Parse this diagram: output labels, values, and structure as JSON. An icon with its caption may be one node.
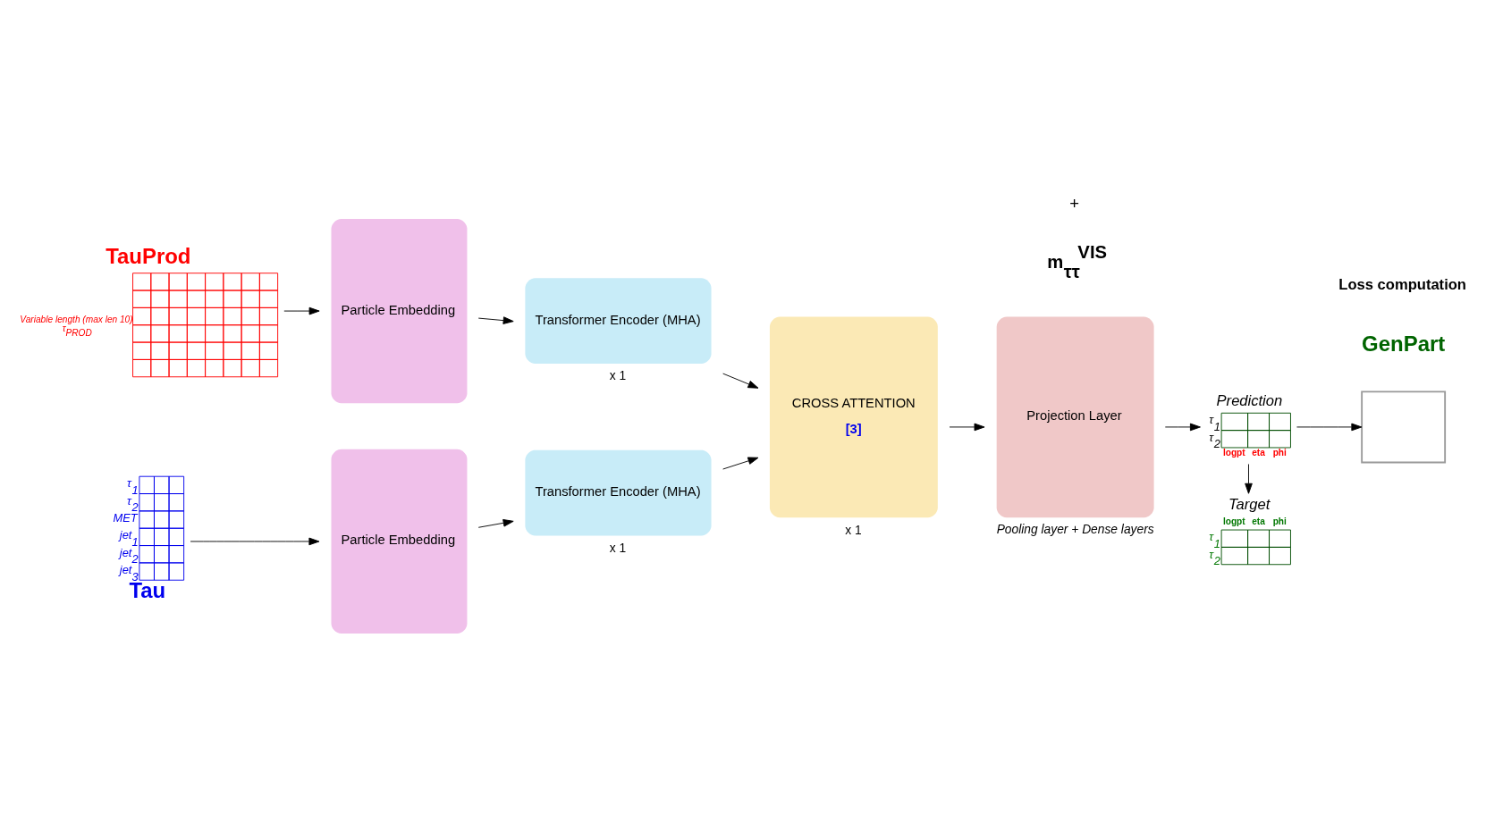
{
  "diagram": {
    "nodes": [
      {
        "text": [
          "TauProd",
          "Variable length (max len 10)",
          "τ$_{PROD}$"
        ]
      },
      {
        "text": [
          "Tau",
          "τ$_{1}$",
          "τ$_{2}$",
          "MET",
          "jet$_{1}$",
          "jet$_{2}$",
          "jet$_{3}$"
        ]
      },
      {
        "text": [
          "Particle Embedding"
        ]
      },
      {
        "text": [
          "Particle Embedding"
        ]
      },
      {
        "text": [
          "Transformer Encoder (MHA)"
        ],
        "beside": [
          "x 1"
        ]
      },
      {
        "text": [
          "Transformer Encoder (MHA)"
        ],
        "beside": [
          "x 1"
        ]
      },
      {
        "text": [
          "CROSS ATTENTION",
          "[3]"
        ],
        "beside": [
          "x 1"
        ]
      },
      {
        "text": [
          "Projection Layer"
        ],
        "beside": [
          "Pooling layer + Dense layers"
        ]
      },
      {
        "text": [
          "Prediction",
          "τ$_{1}$",
          "τ$_{2}$",
          "logpt",
          "eta",
          "phi"
        ]
      },
      {
        "text": [
          "Target",
          "τ$_{1}$",
          "τ$_{2}$",
          "logpt",
          "eta",
          "phi"
        ]
      },
      {
        "text": [],
        "shape": "box"
      }
    ],
    "edges": [
      {
        "from": 0,
        "to": 2,
        "arrow": "to"
      },
      {
        "from": 1,
        "to": 3,
        "arrow": "to"
      },
      {
        "from": 2,
        "to": 4,
        "arrow": "to"
      },
      {
        "from": 3,
        "to": 5,
        "arrow": "to"
      },
      {
        "from": 4,
        "to": 6,
        "arrow": "to"
      },
      {
        "from": 5,
        "to": 6,
        "arrow": "to"
      },
      {
        "from": 6,
        "to": 7,
        "arrow": "to"
      },
      {
        "from": 7,
        "to": 8,
        "arrow": "to"
      },
      {
        "from": 8,
        "to": 10,
        "arrow": "to"
      },
      {
        "from": 8,
        "to": 9,
        "arrow": "to"
      }
    ],
    "labels": [
      "m$_{ττ}$$^{VIS}$",
      "+",
      "GenPart",
      "Loss computation"
    ]
  }
}
